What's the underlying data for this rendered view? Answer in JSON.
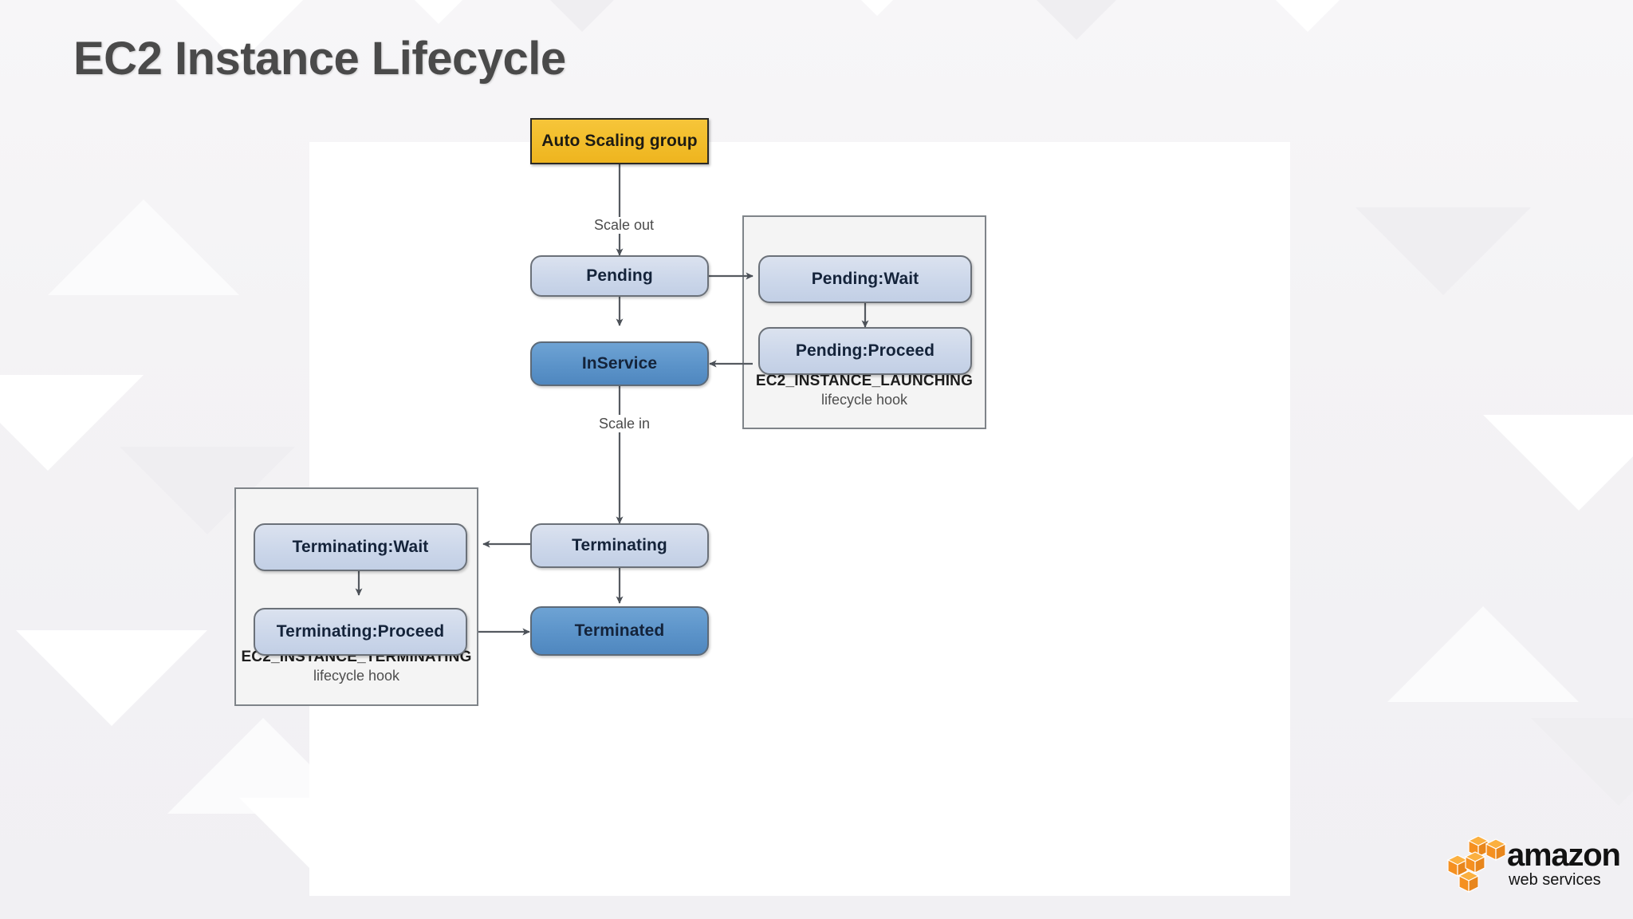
{
  "slide": {
    "title": "EC2 Instance Lifecycle",
    "title_color": "#4a4a4a",
    "background_color": "#f3f2f4",
    "canvas_color": "#ffffff"
  },
  "colors": {
    "amber_fill": "#f2bd2a",
    "amber_border": "#2b2a26",
    "light_node_fill": "#ccd7ea",
    "node_border": "#6b7179",
    "active_node_fill": "#5b93c9",
    "group_fill": "#f4f4f4",
    "group_border": "#7f8489",
    "edge_color": "#555a60",
    "logo_orange": "#f59020"
  },
  "diagram": {
    "type": "state-flow",
    "nodes": [
      {
        "id": "auto-scaling-group",
        "label": "Auto Scaling group",
        "style": "amber"
      },
      {
        "id": "pending",
        "label": "Pending",
        "style": "light"
      },
      {
        "id": "pending-wait",
        "label": "Pending:Wait",
        "style": "light"
      },
      {
        "id": "pending-proceed",
        "label": "Pending:Proceed",
        "style": "light"
      },
      {
        "id": "inservice",
        "label": "InService",
        "style": "active"
      },
      {
        "id": "terminating",
        "label": "Terminating",
        "style": "light"
      },
      {
        "id": "terminating-wait",
        "label": "Terminating:Wait",
        "style": "light"
      },
      {
        "id": "terminating-proceed",
        "label": "Terminating:Proceed",
        "style": "light"
      },
      {
        "id": "terminated",
        "label": "Terminated",
        "style": "active"
      }
    ],
    "edges": [
      {
        "from": "auto-scaling-group",
        "to": "pending",
        "label": "Scale out"
      },
      {
        "from": "pending",
        "to": "inservice",
        "label": ""
      },
      {
        "from": "pending",
        "to": "pending-wait",
        "label": ""
      },
      {
        "from": "pending-wait",
        "to": "pending-proceed",
        "label": ""
      },
      {
        "from": "pending-proceed",
        "to": "inservice",
        "label": ""
      },
      {
        "from": "inservice",
        "to": "terminating",
        "label": "Scale in"
      },
      {
        "from": "terminating",
        "to": "terminating-wait",
        "label": ""
      },
      {
        "from": "terminating-wait",
        "to": "terminating-proceed",
        "label": ""
      },
      {
        "from": "terminating-proceed",
        "to": "terminated",
        "label": ""
      },
      {
        "from": "terminating",
        "to": "terminated",
        "label": ""
      }
    ],
    "edge_labels": {
      "scale_out": "Scale out",
      "scale_in": "Scale in"
    },
    "groups": [
      {
        "id": "launching-hook",
        "name": "EC2_INSTANCE_LAUNCHING",
        "subtitle": "lifecycle hook",
        "members": [
          "pending-wait",
          "pending-proceed"
        ]
      },
      {
        "id": "terminating-hook",
        "name": "EC2_INSTANCE_TERMINATING",
        "subtitle": "lifecycle hook",
        "members": [
          "terminating-wait",
          "terminating-proceed"
        ]
      }
    ]
  },
  "logo": {
    "wordmark": "amazon",
    "subword": "web services",
    "icon": "aws-cubes-icon"
  }
}
